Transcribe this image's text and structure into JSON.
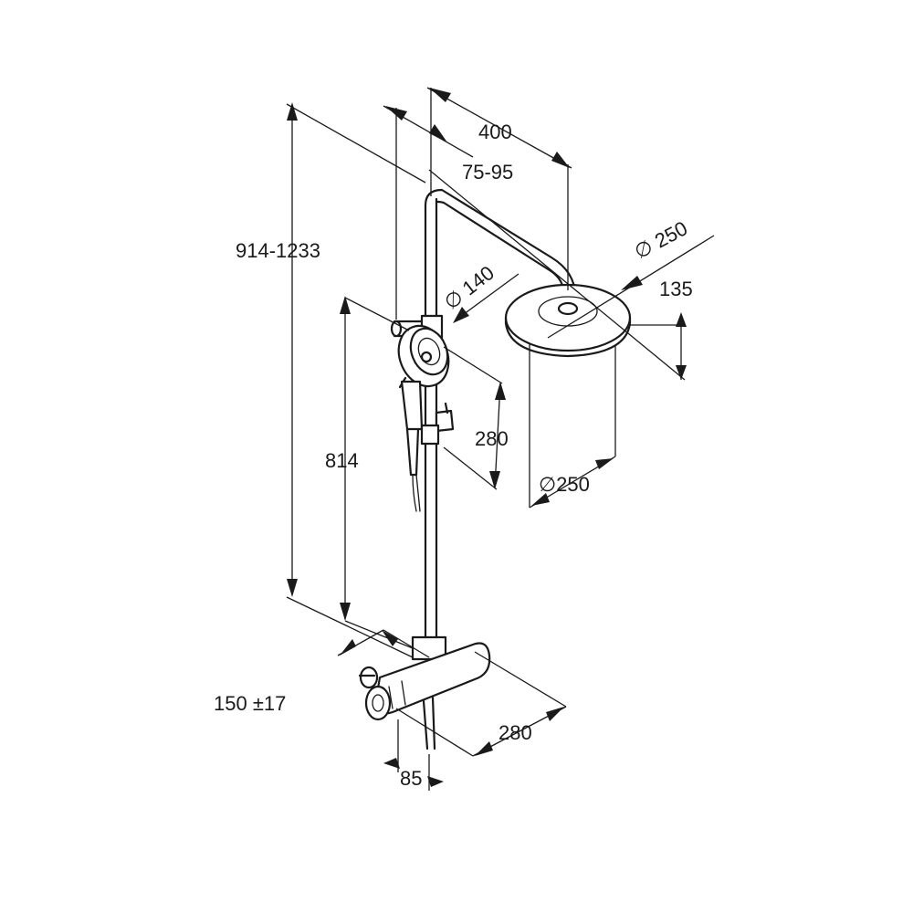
{
  "dimensions": {
    "arm_length": "400",
    "wall_offset": "75-95",
    "total_height": "914-1233",
    "head_top_diameter": "∅ 250",
    "hand_diameter": "∅ 140",
    "head_thickness": "135",
    "slide_height": "814",
    "slide_length": "280",
    "head_bottom_diameter": "∅250",
    "valve_centers": "150 ±17",
    "valve_width": "280",
    "valve_depth": "85"
  }
}
